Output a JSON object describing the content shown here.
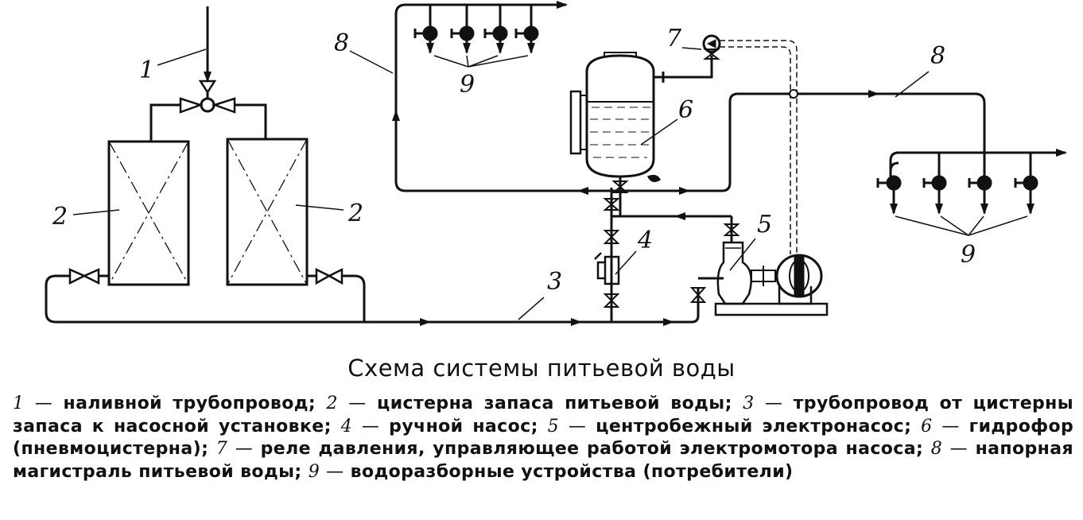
{
  "diagram": {
    "callouts": [
      "1",
      "2",
      "2",
      "3",
      "4",
      "5",
      "6",
      "7",
      "8",
      "8",
      "9",
      "9"
    ]
  },
  "caption": {
    "title": "Схема системы питьевой воды",
    "legend": [
      {
        "num": "1",
        "text": "наливной трубопровод;"
      },
      {
        "num": "2",
        "text": "цистерна запаса питьевой воды;"
      },
      {
        "num": "3",
        "text": "трубопровод от цистерны запаса к насосной установке;"
      },
      {
        "num": "4",
        "text": "ручной насос;"
      },
      {
        "num": "5",
        "text": "центробежный электронасос;"
      },
      {
        "num": "6",
        "text": "гидрофор (пневмоцистерна);"
      },
      {
        "num": "7",
        "text": "реле давления, управляющее работой электромотора насоса;"
      },
      {
        "num": "8",
        "text": "напорная магистраль питьевой воды;"
      },
      {
        "num": "9",
        "text": "водоразборные устройства (потребители)"
      }
    ]
  }
}
